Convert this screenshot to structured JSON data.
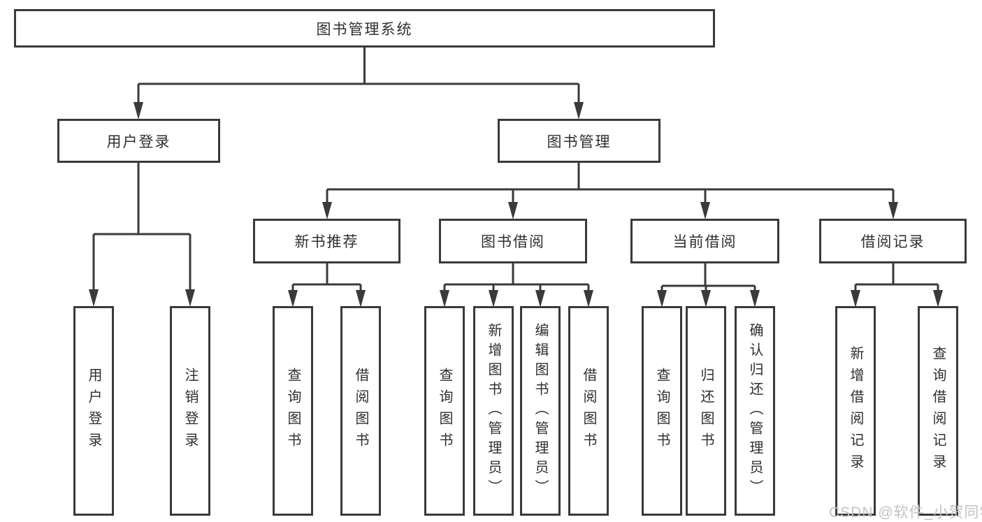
{
  "title": "图书管理系统",
  "watermark": "CSDN @软件_小贺同学",
  "colors": {
    "line": "#3a3a3a",
    "text": "#2f2f2f",
    "box_background": "#ffffff",
    "watermark": "#c3c3c3"
  },
  "nodes": {
    "root": {
      "label": "图书管理系统"
    },
    "level2": [
      {
        "id": "user-login",
        "label": "用户登录"
      },
      {
        "id": "book-management",
        "label": "图书管理"
      }
    ],
    "level3": [
      {
        "id": "new-book-recommend",
        "label": "新书推荐",
        "parent": "图书管理"
      },
      {
        "id": "book-borrowing",
        "label": "图书借阅",
        "parent": "图书管理"
      },
      {
        "id": "current-borrowing",
        "label": "当前借阅",
        "parent": "图书管理"
      },
      {
        "id": "borrowing-records",
        "label": "借阅记录",
        "parent": "图书管理"
      }
    ],
    "leaves": [
      {
        "label": "用户登录",
        "parent": "用户登录"
      },
      {
        "label": "注销登录",
        "parent": "用户登录"
      },
      {
        "label": "查询图书",
        "parent": "新书推荐"
      },
      {
        "label": "借阅图书",
        "parent": "新书推荐"
      },
      {
        "label": "查询图书",
        "parent": "图书借阅"
      },
      {
        "label": "新增图书（管理员）",
        "parent": "图书借阅"
      },
      {
        "label": "编辑图书（管理员）",
        "parent": "图书借阅"
      },
      {
        "label": "借阅图书",
        "parent": "图书借阅"
      },
      {
        "label": "查询图书",
        "parent": "当前借阅"
      },
      {
        "label": "归还图书",
        "parent": "当前借阅"
      },
      {
        "label": "确认归还（管理员）",
        "parent": "当前借阅"
      },
      {
        "label": "新增借阅记录",
        "parent": "借阅记录"
      },
      {
        "label": "查询借阅记录",
        "parent": "借阅记录"
      }
    ]
  }
}
